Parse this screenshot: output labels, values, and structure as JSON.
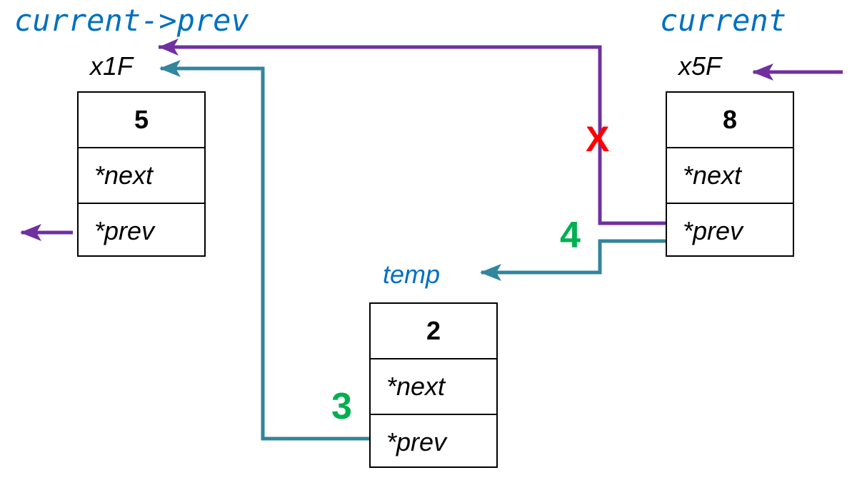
{
  "labels": {
    "current_prev": "current->prev",
    "current": "current",
    "temp": "temp",
    "addr_left": "x1F",
    "addr_right": "x5F"
  },
  "steps": {
    "step3": "3",
    "step4": "4",
    "removed_mark": "X"
  },
  "nodes": {
    "left": {
      "value": "5",
      "next": "*next",
      "prev": "*prev"
    },
    "right": {
      "value": "8",
      "next": "*next",
      "prev": "*prev"
    },
    "temp": {
      "value": "2",
      "next": "*next",
      "prev": "*prev"
    }
  },
  "colors": {
    "old_link": "#7030a0",
    "new_link": "#31859c",
    "label_blue": "#0070c0",
    "step_green": "#00b050",
    "removed_red": "#ff0000"
  }
}
